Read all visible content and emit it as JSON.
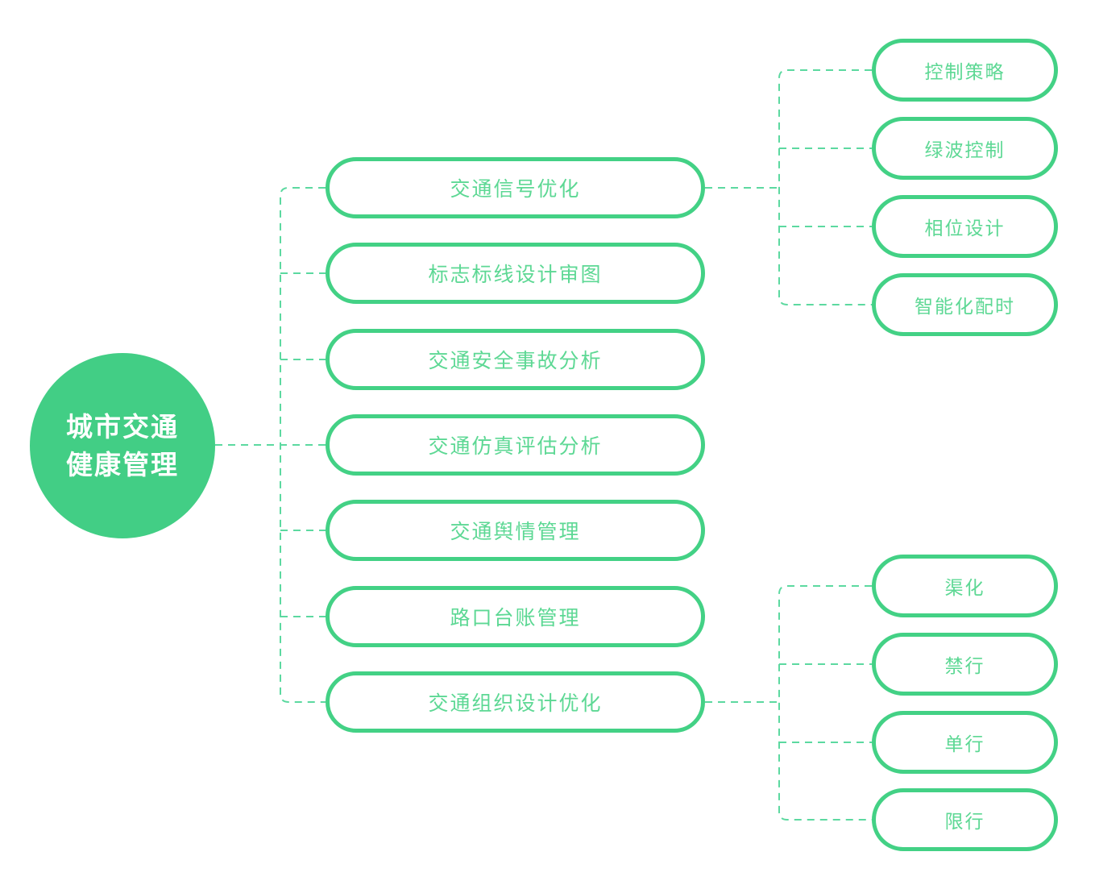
{
  "diagram": {
    "root": {
      "lines": [
        "城市交通",
        "健康管理"
      ]
    },
    "branches": [
      {
        "label": "交通信号优化",
        "children": [
          "控制策略",
          "绿波控制",
          "相位设计",
          "智能化配时"
        ]
      },
      {
        "label": "标志标线设计审图",
        "children": []
      },
      {
        "label": "交通安全事故分析",
        "children": []
      },
      {
        "label": "交通仿真评估分析",
        "children": []
      },
      {
        "label": "交通舆情管理",
        "children": []
      },
      {
        "label": "路口台账管理",
        "children": []
      },
      {
        "label": "交通组织设计优化",
        "children": [
          "渠化",
          "禁行",
          "单行",
          "限行"
        ]
      }
    ],
    "colors": {
      "node_border": "#43d185",
      "node_text": "#5dd894",
      "root_fill": "#42ce85",
      "root_text": "#ffffff",
      "connector": "#5cd9a0",
      "background": "#ffffff"
    }
  }
}
